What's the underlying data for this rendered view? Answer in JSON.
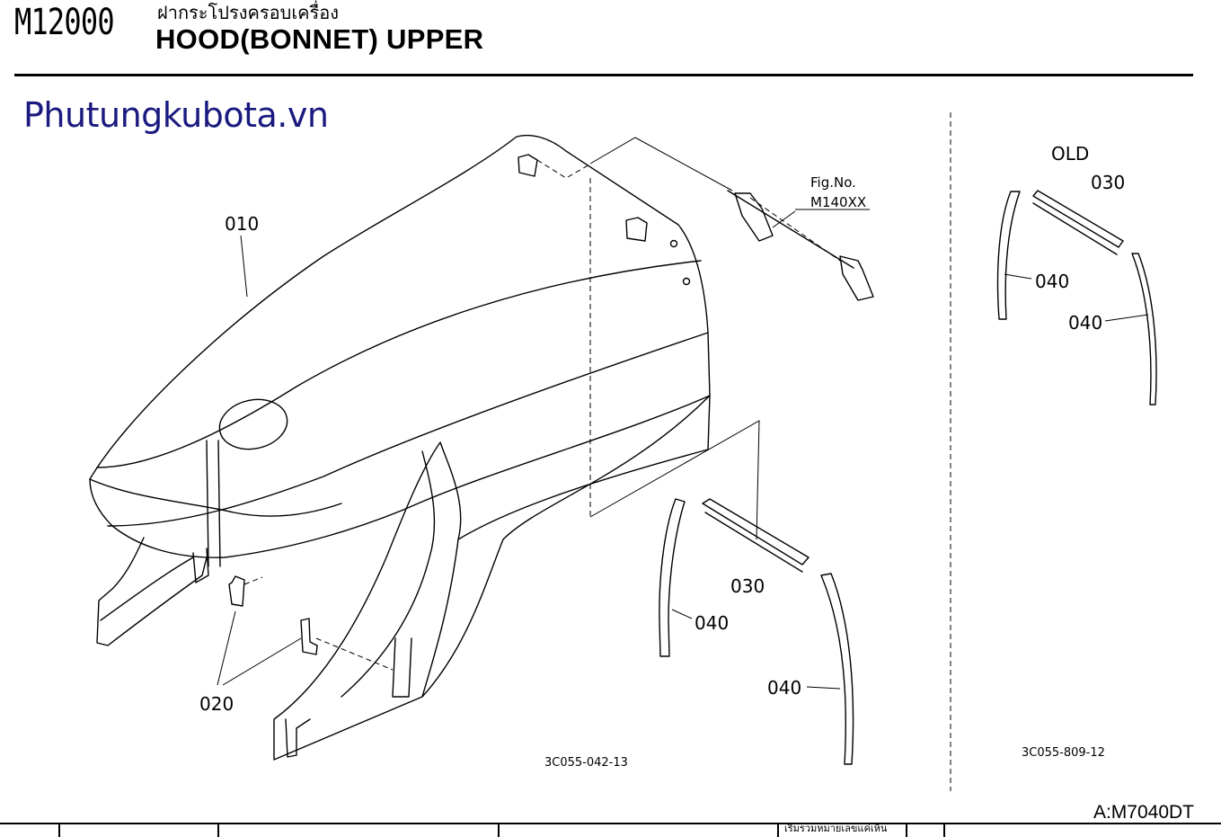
{
  "header": {
    "model_code": "M12000",
    "title_thai": "ฝากระโปรงครอบเครื่อง",
    "title_en": "HOOD(BONNET) UPPER"
  },
  "watermark": "Phutungkubota.vn",
  "callouts": {
    "part_010": "010",
    "part_020": "020",
    "part_030_main": "030",
    "part_040_main_a": "040",
    "part_040_main_b": "040",
    "old_label": "OLD",
    "part_030_old": "030",
    "part_040_old_a": "040",
    "part_040_old_b": "040",
    "fig_ref_line1": "Fig.No.",
    "fig_ref_line2": "M140XX"
  },
  "drawing_numbers": {
    "main": "3C055-042-13",
    "old": "3C055-809-12"
  },
  "footer": {
    "model": "A:M7040DT",
    "table_thai_snippet": "เริ่มรวมหมายเลขแค่เห็น"
  }
}
